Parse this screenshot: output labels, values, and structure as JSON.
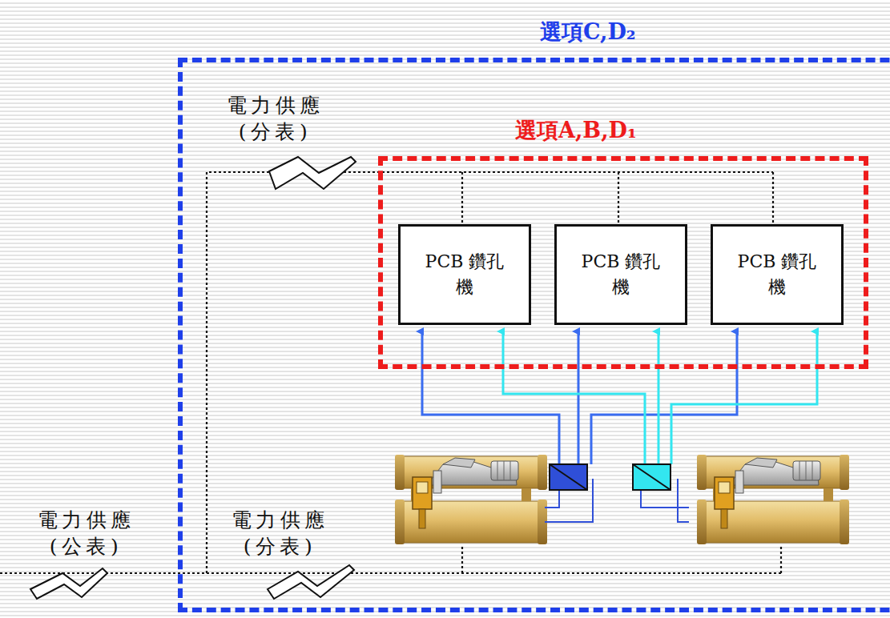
{
  "diagram": {
    "nodes": [
      {
        "text": [
          "選項C,D₂"
        ]
      },
      {
        "text": [
          "選項A,B,D₁"
        ],
        "in": 0
      },
      {
        "text": [
          "PCB 鑽孔機"
        ],
        "in": 1
      },
      {
        "text": [
          "PCB 鑽孔機"
        ],
        "in": 1
      },
      {
        "text": [
          "PCB 鑽孔機"
        ],
        "in": 1
      }
    ],
    "labels": [
      "電力供應 (分表)",
      "電力供應 (公表)",
      "電力供應 (分表)"
    ]
  }
}
